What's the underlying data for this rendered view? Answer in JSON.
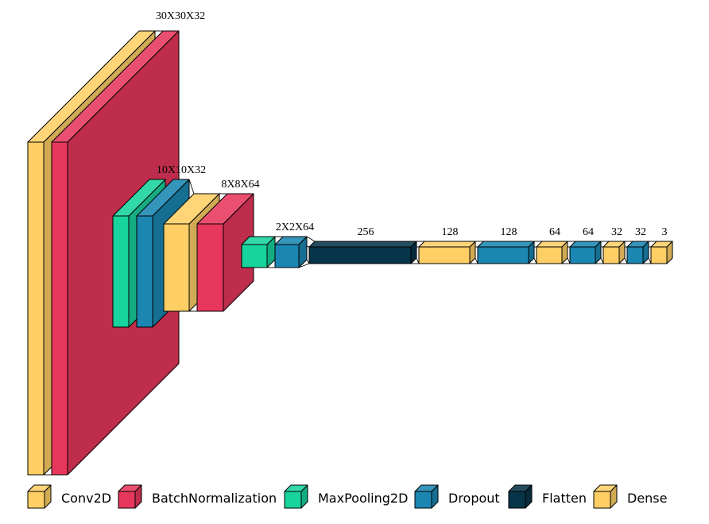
{
  "colors": {
    "Conv2D": "#FFCF66",
    "BatchNormalization": "#E8375C",
    "MaxPooling2D": "#17D39C",
    "Dropout": "#1B86B2",
    "Flatten": "#06354A",
    "Dense": "#FFCF66"
  },
  "layers": [
    {
      "type": "Conv2D"
    },
    {
      "type": "BatchNormalization",
      "label": "30X30X32"
    },
    {
      "type": "MaxPooling2D"
    },
    {
      "type": "Dropout",
      "label": "10X10X32"
    },
    {
      "type": "Conv2D"
    },
    {
      "type": "BatchNormalization",
      "label": "8X8X64"
    },
    {
      "type": "MaxPooling2D"
    },
    {
      "type": "Dropout",
      "label": "2X2X64"
    },
    {
      "type": "Flatten",
      "label": "256"
    },
    {
      "type": "Dense",
      "label": "128"
    },
    {
      "type": "Dropout",
      "label": "128"
    },
    {
      "type": "Dense",
      "label": "64"
    },
    {
      "type": "Dropout",
      "label": "64"
    },
    {
      "type": "Dense",
      "label": "32"
    },
    {
      "type": "Dropout",
      "label": "32"
    },
    {
      "type": "Dense",
      "label": "3"
    }
  ],
  "legend": [
    {
      "type": "Conv2D",
      "label": "Conv2D"
    },
    {
      "type": "BatchNormalization",
      "label": "BatchNormalization"
    },
    {
      "type": "MaxPooling2D",
      "label": "MaxPooling2D"
    },
    {
      "type": "Dropout",
      "label": "Dropout"
    },
    {
      "type": "Flatten",
      "label": "Flatten"
    },
    {
      "type": "Dense",
      "label": "Dense"
    }
  ]
}
